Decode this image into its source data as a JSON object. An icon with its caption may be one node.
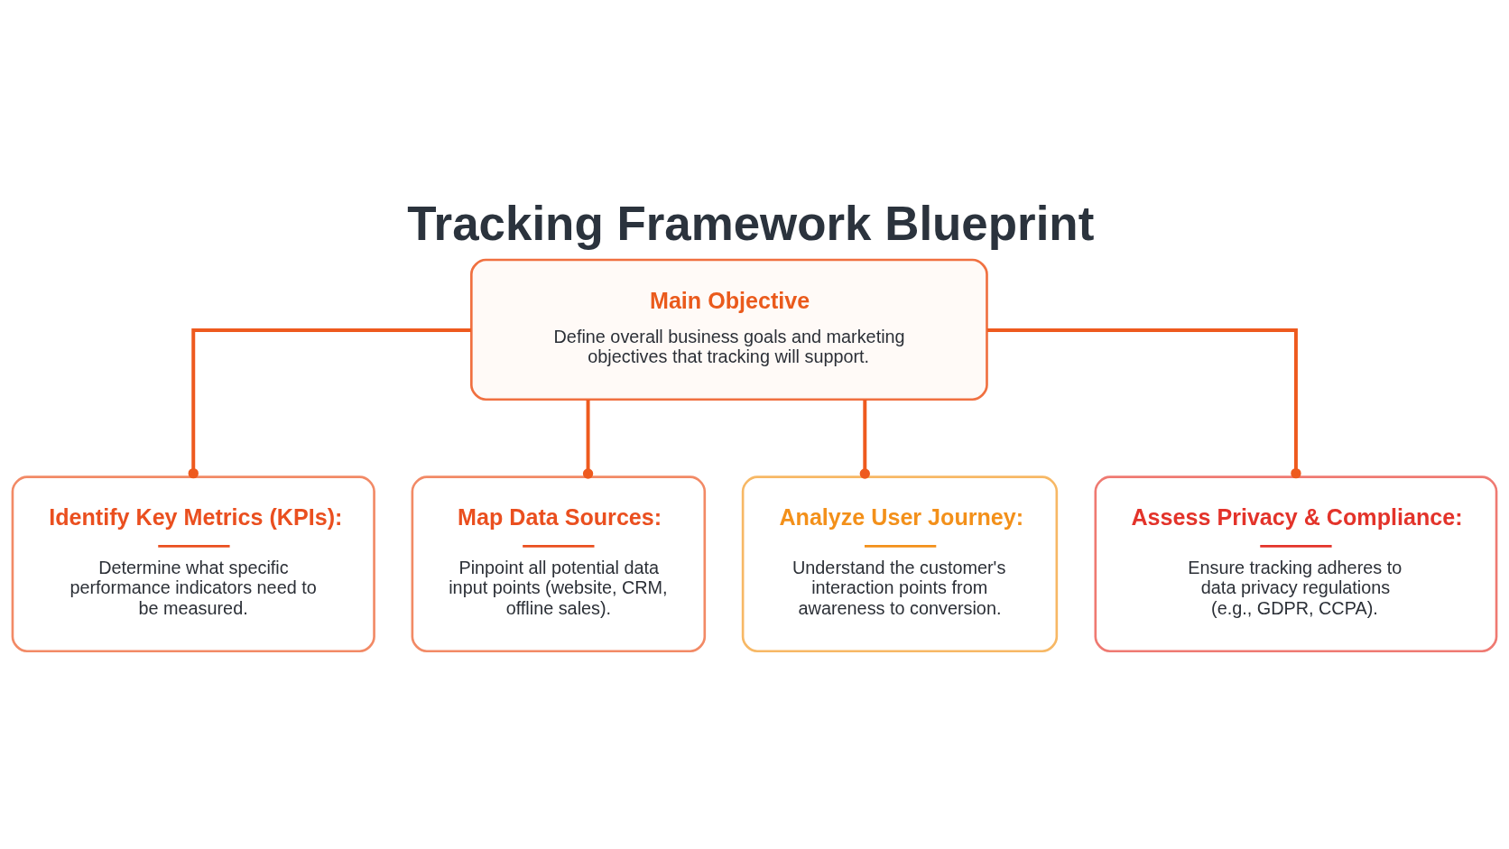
{
  "diagram": {
    "title": "Tracking Framework Blueprint",
    "nodes": [
      {
        "text": [
          "Main Objective",
          "Define overall business goals and marketing objectives that tracking will support."
        ]
      },
      {
        "text": [
          "Identify Key Metrics (KPIs):",
          "Determine what specific performance indicators need to be measured."
        ]
      },
      {
        "text": [
          "Map Data Sources:",
          "Pinpoint all potential data input points (website, CRM, offline sales)."
        ]
      },
      {
        "text": [
          "Analyze User Journey:",
          "Understand the customer's interaction points from awareness to conversion."
        ]
      },
      {
        "text": [
          "Assess Privacy & Compliance:",
          "Ensure tracking adheres to data privacy regulations (e.g., GDPR, CCPA)."
        ]
      }
    ],
    "edges": [
      {
        "from": 0,
        "to": 1,
        "arrow": "other"
      },
      {
        "from": 0,
        "to": 2,
        "arrow": "other"
      },
      {
        "from": 0,
        "to": 3,
        "arrow": "other"
      },
      {
        "from": 0,
        "to": 4,
        "arrow": "other"
      }
    ]
  }
}
